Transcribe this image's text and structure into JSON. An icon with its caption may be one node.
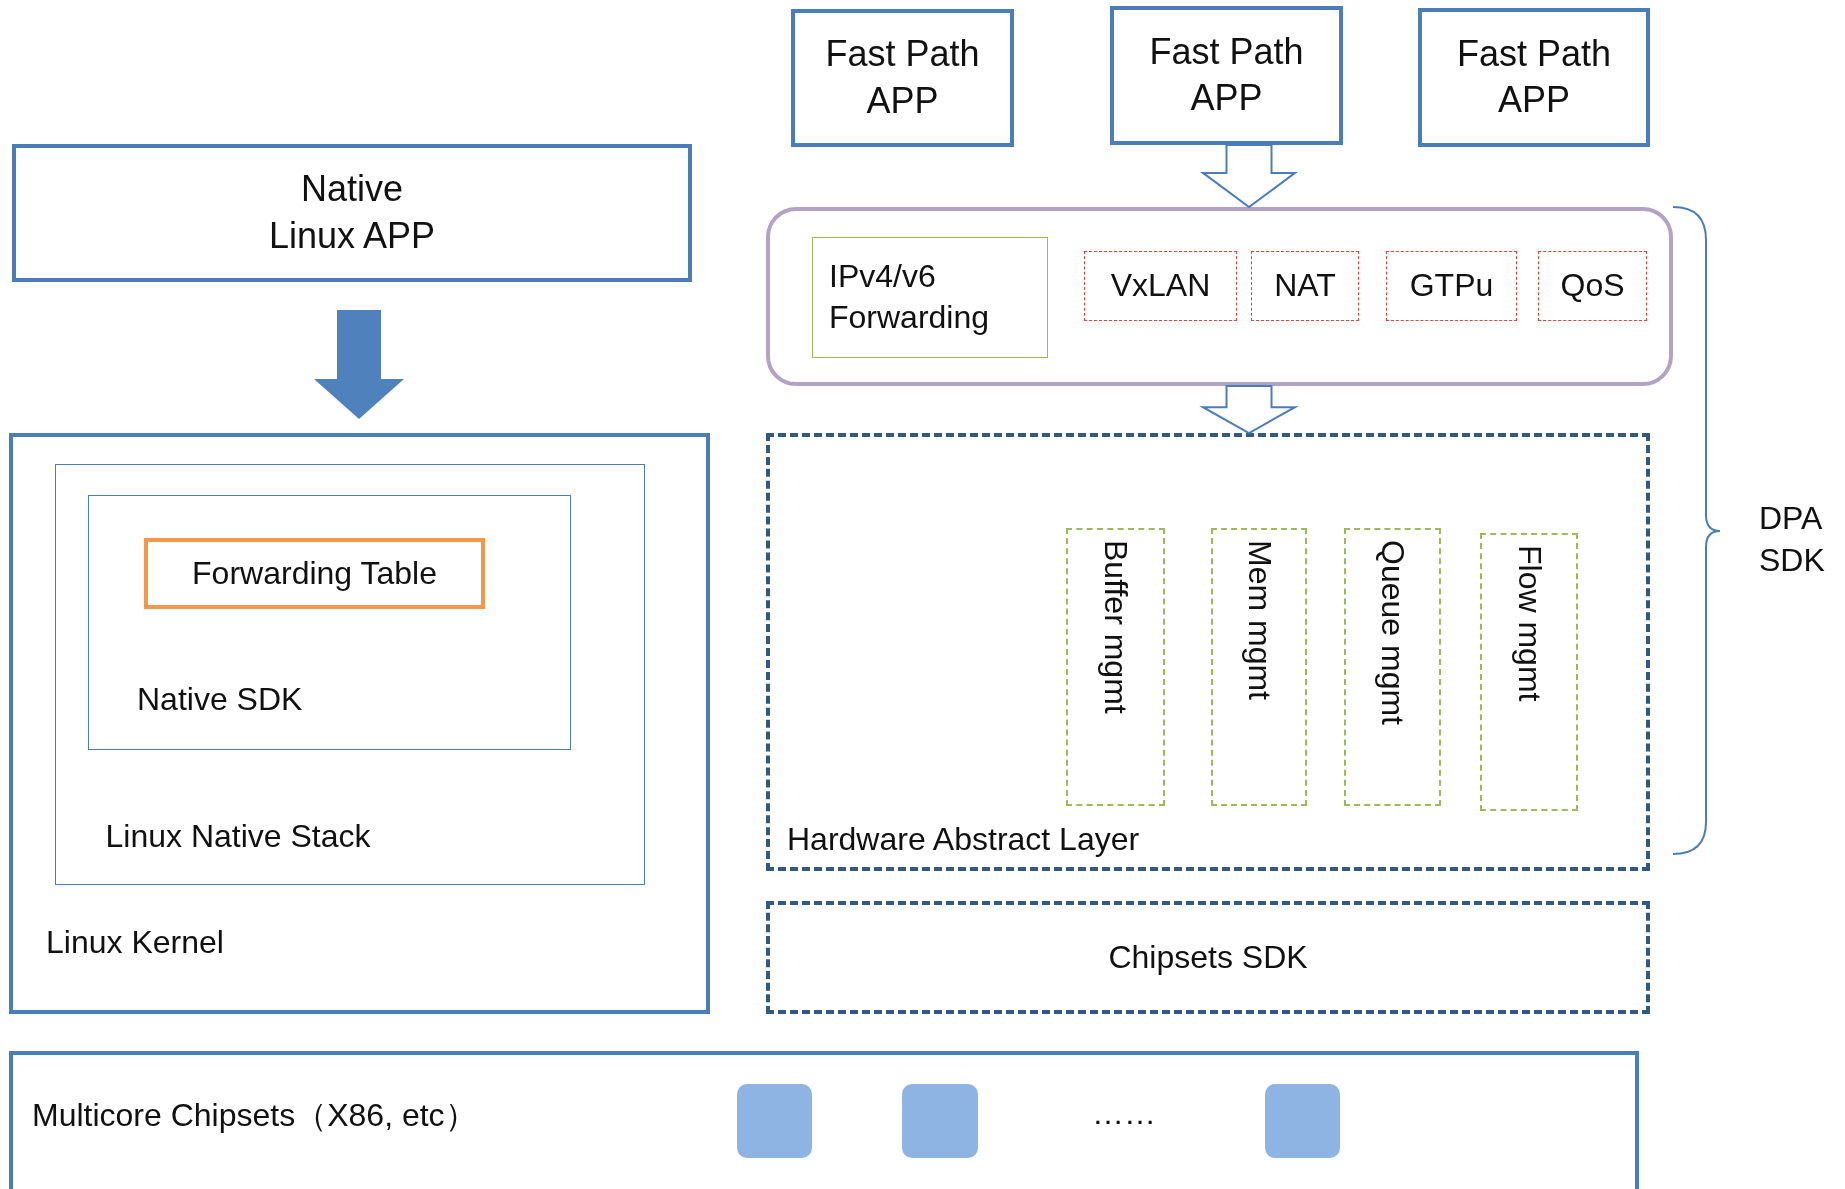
{
  "diagram": {
    "nodes": [
      {
        "text": [
          "Native Linux APP"
        ]
      },
      {
        "text": [
          "Linux Kernel"
        ]
      },
      {
        "text": [
          "Linux Native Stack"
        ],
        "in": 1
      },
      {
        "text": [
          "Native SDK"
        ],
        "in": 2
      },
      {
        "text": [
          "Forwarding Table"
        ],
        "in": 3
      },
      {
        "text": [
          "Fast Path APP"
        ]
      },
      {
        "text": [
          "Fast Path APP"
        ]
      },
      {
        "text": [
          "Fast Path APP"
        ]
      },
      {
        "text": [],
        "shape": "box"
      },
      {
        "text": [
          "IPv4/v6 Forwarding"
        ],
        "in": 8
      },
      {
        "text": [
          "VxLAN"
        ],
        "in": 8
      },
      {
        "text": [
          "NAT"
        ],
        "in": 8
      },
      {
        "text": [
          "GTPu"
        ],
        "in": 8
      },
      {
        "text": [
          "QoS"
        ],
        "in": 8
      },
      {
        "text": [
          "Hardware Abstract Layer"
        ]
      },
      {
        "text": [
          "Buffer mgmt"
        ],
        "in": 14
      },
      {
        "text": [
          "Mem mgmt"
        ],
        "in": 14
      },
      {
        "text": [
          "Queue mgmt"
        ],
        "in": 14
      },
      {
        "text": [
          "Flow mgmt"
        ],
        "in": 14
      },
      {
        "text": [
          "Chipsets SDK"
        ]
      },
      {
        "text": [
          "Multicore Chipsets（X86, etc）"
        ]
      },
      {
        "text": [],
        "shape": "box",
        "in": 20
      },
      {
        "text": [],
        "shape": "box",
        "in": 20
      },
      {
        "text": [],
        "shape": "box",
        "in": 20
      }
    ],
    "edges": [
      {
        "from": 0,
        "to": 1,
        "arrow": "to",
        "style": "thick"
      },
      {
        "from": 6,
        "to": 8,
        "arrow": "to"
      },
      {
        "from": 8,
        "to": 14,
        "arrow": "to"
      }
    ],
    "labels": [
      "DPA SDK",
      "……"
    ]
  }
}
